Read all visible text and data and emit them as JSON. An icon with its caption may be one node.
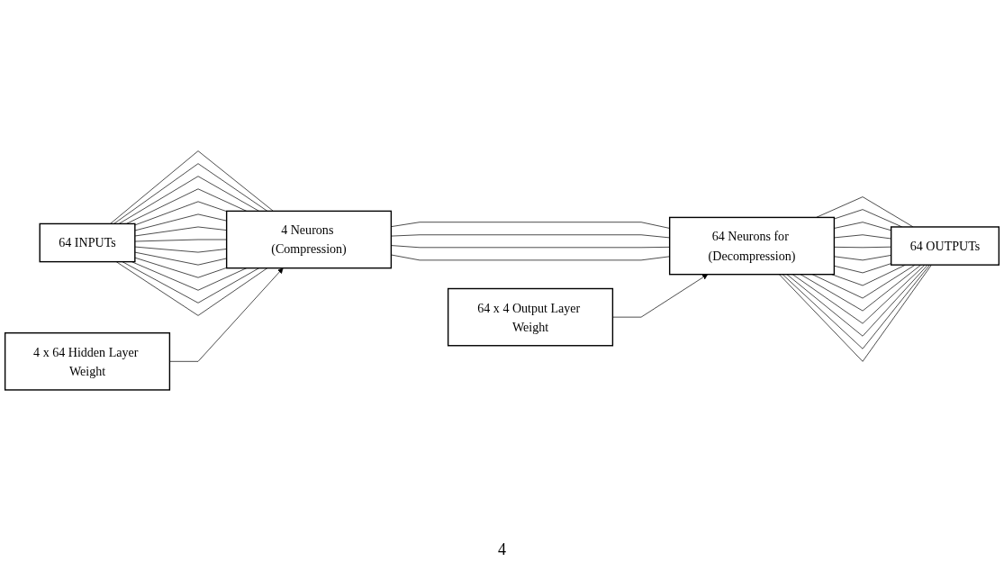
{
  "diagram": {
    "nodes": [
      {
        "text": [
          "64 INPUTs"
        ]
      },
      {
        "text": [
          "4 Neurons (Compression)"
        ]
      },
      {
        "text": [
          "64 Neurons for (Decompression)"
        ]
      },
      {
        "text": [
          "64 OUTPUTs"
        ]
      },
      {
        "text": [
          "4 x 64 Hidden Layer Weight"
        ]
      },
      {
        "text": [
          "64 x 4 Output Layer Weight"
        ]
      }
    ],
    "edges": [
      {
        "from": 0,
        "to": 1,
        "arrow": "none"
      },
      {
        "from": 0,
        "to": 1,
        "arrow": "none"
      },
      {
        "from": 0,
        "to": 1,
        "arrow": "none"
      },
      {
        "from": 0,
        "to": 1,
        "arrow": "none"
      },
      {
        "from": 0,
        "to": 1,
        "arrow": "none"
      },
      {
        "from": 0,
        "to": 1,
        "arrow": "none"
      },
      {
        "from": 0,
        "to": 1,
        "arrow": "none"
      },
      {
        "from": 0,
        "to": 1,
        "arrow": "none"
      },
      {
        "from": 0,
        "to": 1,
        "arrow": "none"
      },
      {
        "from": 0,
        "to": 1,
        "arrow": "none"
      },
      {
        "from": 0,
        "to": 1,
        "arrow": "none"
      },
      {
        "from": 0,
        "to": 1,
        "arrow": "none"
      },
      {
        "from": 0,
        "to": 1,
        "arrow": "none"
      },
      {
        "from": 0,
        "to": 1,
        "arrow": "none"
      },
      {
        "from": 1,
        "to": 2,
        "arrow": "none"
      },
      {
        "from": 1,
        "to": 2,
        "arrow": "none"
      },
      {
        "from": 1,
        "to": 2,
        "arrow": "none"
      },
      {
        "from": 1,
        "to": 2,
        "arrow": "none"
      },
      {
        "from": 2,
        "to": 3,
        "arrow": "none"
      },
      {
        "from": 2,
        "to": 3,
        "arrow": "none"
      },
      {
        "from": 2,
        "to": 3,
        "arrow": "none"
      },
      {
        "from": 2,
        "to": 3,
        "arrow": "none"
      },
      {
        "from": 2,
        "to": 3,
        "arrow": "none"
      },
      {
        "from": 2,
        "to": 3,
        "arrow": "none"
      },
      {
        "from": 2,
        "to": 3,
        "arrow": "none"
      },
      {
        "from": 2,
        "to": 3,
        "arrow": "none"
      },
      {
        "from": 2,
        "to": 3,
        "arrow": "none"
      },
      {
        "from": 2,
        "to": 3,
        "arrow": "none"
      },
      {
        "from": 2,
        "to": 3,
        "arrow": "none"
      },
      {
        "from": 2,
        "to": 3,
        "arrow": "none"
      },
      {
        "from": 2,
        "to": 3,
        "arrow": "none"
      },
      {
        "from": 2,
        "to": 3,
        "arrow": "none"
      },
      {
        "from": 4,
        "to": 1,
        "arrow": "to"
      },
      {
        "from": 5,
        "to": 2,
        "arrow": "to"
      }
    ],
    "labels": [
      "4"
    ]
  }
}
